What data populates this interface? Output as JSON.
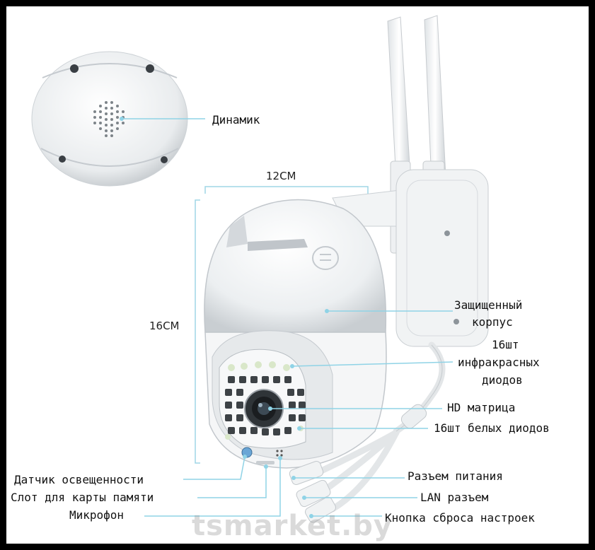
{
  "dimensions": {
    "width": "12CM",
    "height": "16CM"
  },
  "labels": {
    "speaker": "Динамик",
    "housing_line1": "Защищенный",
    "housing_line2": "корпус",
    "ir_line1": "16шт",
    "ir_line2": "инфракрасных",
    "ir_line3": "диодов",
    "hd": "HD матрица",
    "white_leds": "16шт белых диодов",
    "light_sensor": "Датчик освещенности",
    "sd_slot": "Слот для карты памяти",
    "mic": "Микрофон",
    "power": "Разъем питания",
    "lan": "LAN разъем",
    "reset": "Кнопка сброса настроек"
  },
  "watermark": "tsmarket.by",
  "colors": {
    "leader_line": "#8fd3e6",
    "dimension_line": "#9fd6e6",
    "background": "#ffffff",
    "border": "#000000"
  }
}
